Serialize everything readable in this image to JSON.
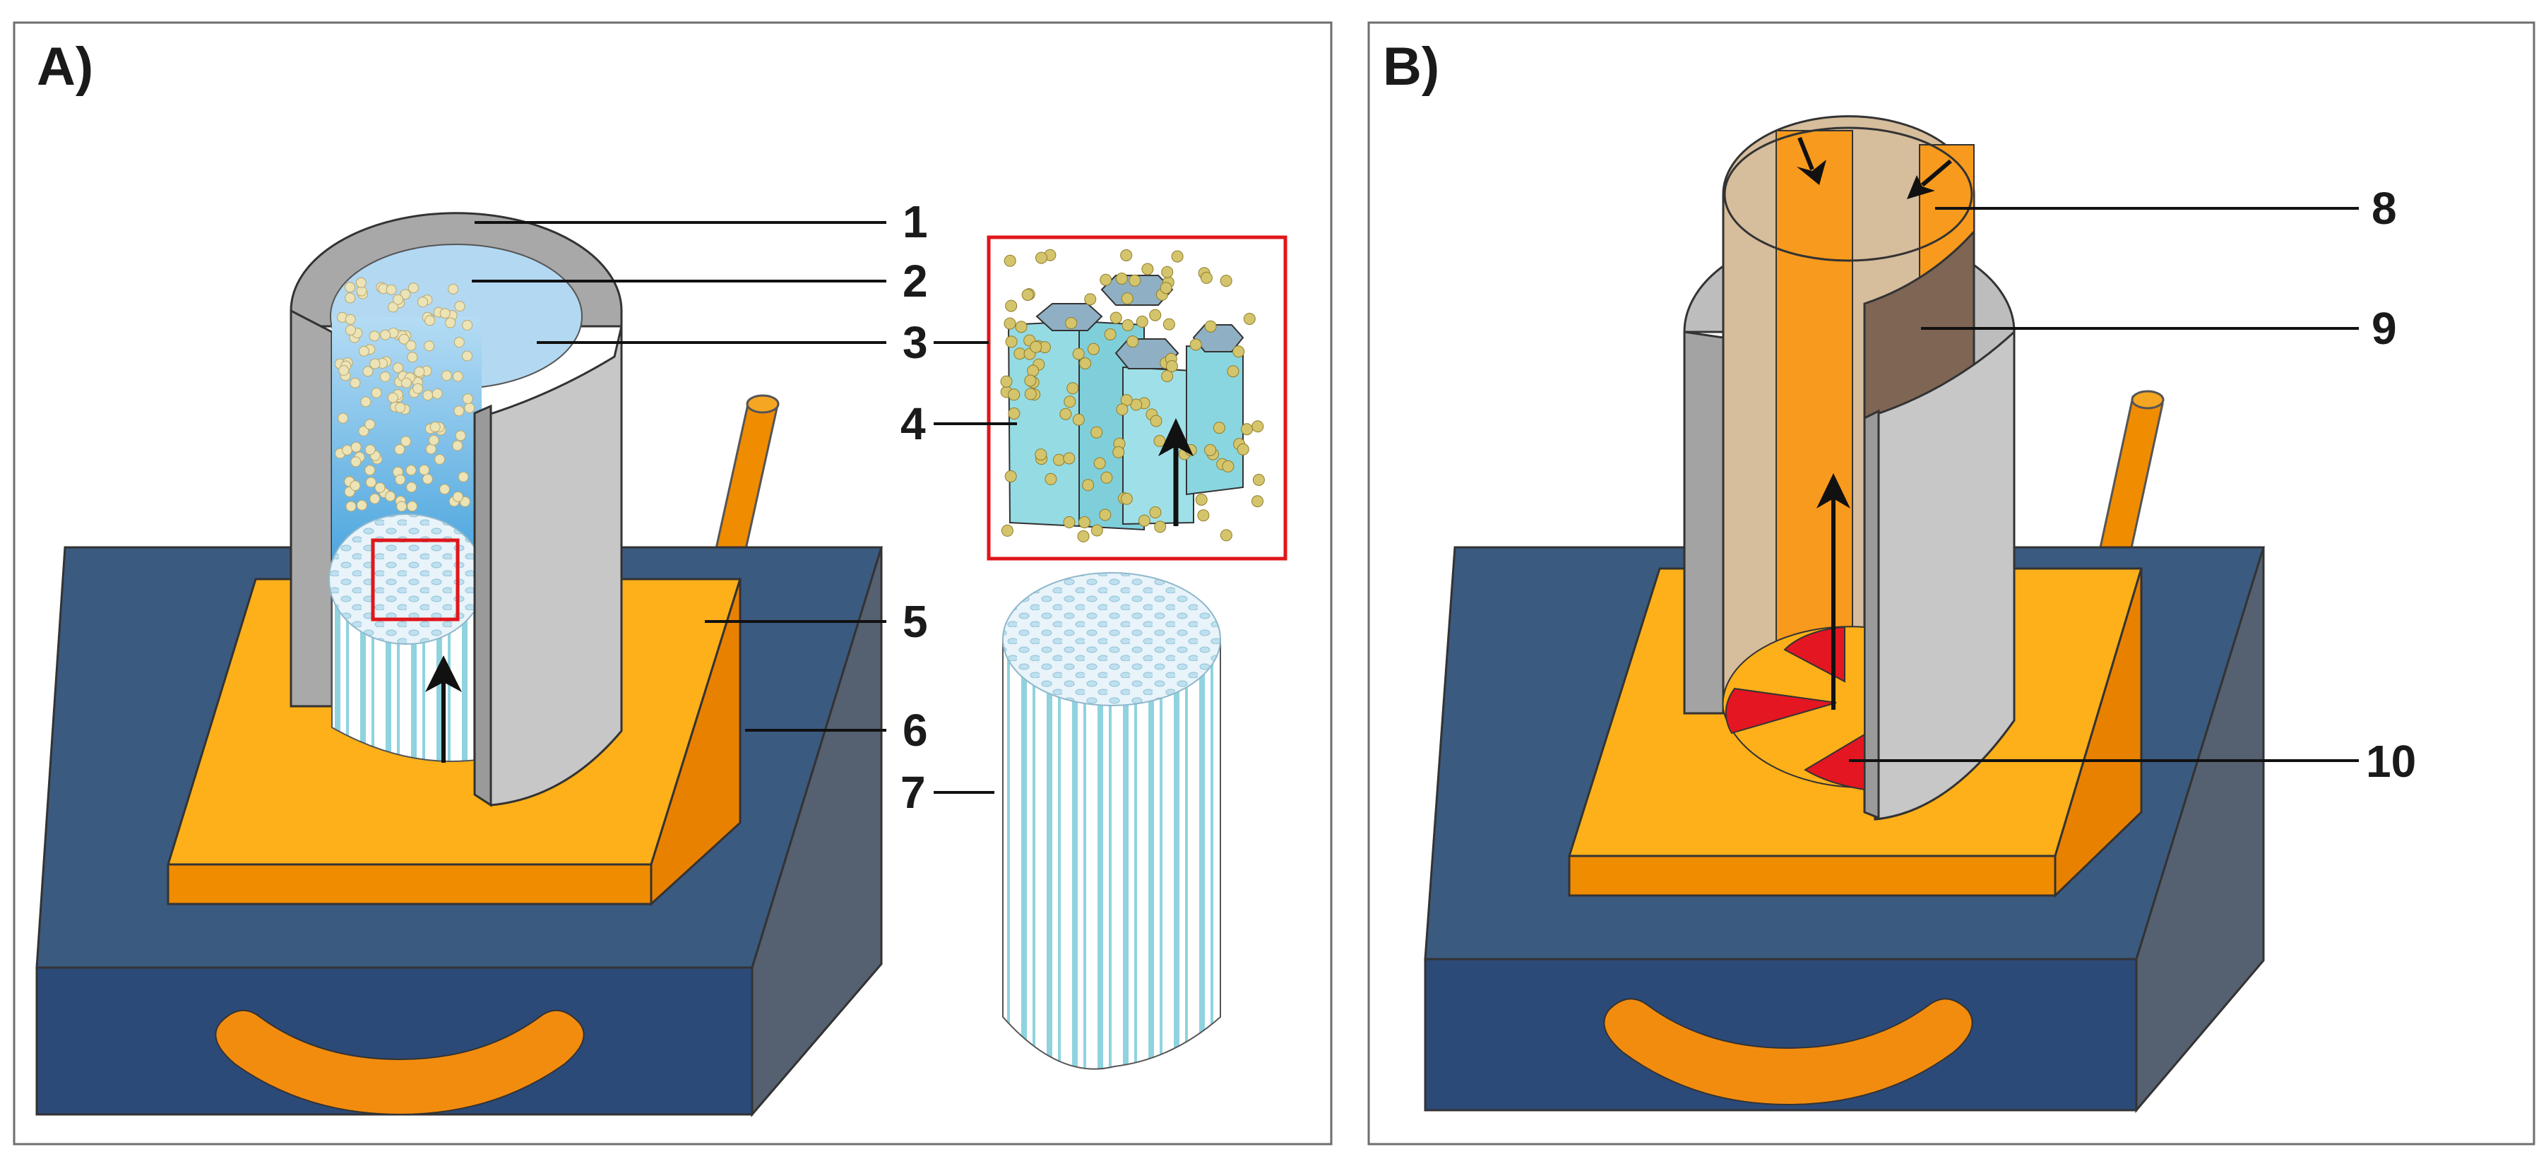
{
  "panels": [
    {
      "label": "A)"
    },
    {
      "label": "B)"
    }
  ],
  "callouts": [
    "1",
    "2",
    "3",
    "4",
    "5",
    "6",
    "7",
    "8",
    "9",
    "10"
  ],
  "colors": {
    "base_dark": "#2c4a78",
    "base_side": "#556070",
    "plate_top": "#fdb019",
    "plate_side": "#f08c00",
    "handle": "#f28c0f",
    "tube_outer": "#c7c7c7",
    "tube_inner": "#a3a3a3",
    "suspension": "#64b3e0",
    "particles": "#e9dfae",
    "channels": "#8fd3df",
    "mold_beige": "#d6bd9c",
    "mold_orange": "#f79a1e",
    "mold_brown": "#7f6554",
    "red_segments": "#e31622",
    "highlight_box": "#e0161b"
  },
  "icons": [
    "arrow-up-icon",
    "arrow-down-icon"
  ]
}
